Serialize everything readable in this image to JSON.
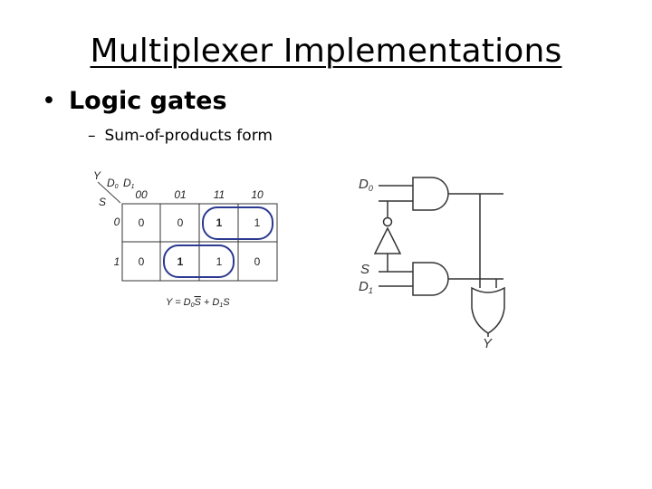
{
  "slide": {
    "title": "Multiplexer Implementations",
    "bullet": "Logic gates",
    "sub_bullet": "Sum-of-products form"
  },
  "kmap": {
    "y_label": "Y",
    "col_var": "D",
    "col_sub0": "0",
    "col_sub1": "1",
    "row_var": "S",
    "col_headers": [
      "00",
      "01",
      "11",
      "10"
    ],
    "row_headers": [
      "0",
      "1"
    ],
    "cells": [
      [
        "0",
        "0",
        "1",
        "1"
      ],
      [
        "0",
        "1",
        "1",
        "0"
      ]
    ],
    "equation": {
      "y": "Y = D",
      "sub0": "0",
      "s_bar": "S",
      "plus": " + D",
      "sub1": "1",
      "s": "S"
    }
  },
  "circuit": {
    "d0_label": "D",
    "d0_sub": "0",
    "s_label": "S",
    "d1_label": "D",
    "d1_sub": "1",
    "y_label": "Y"
  }
}
